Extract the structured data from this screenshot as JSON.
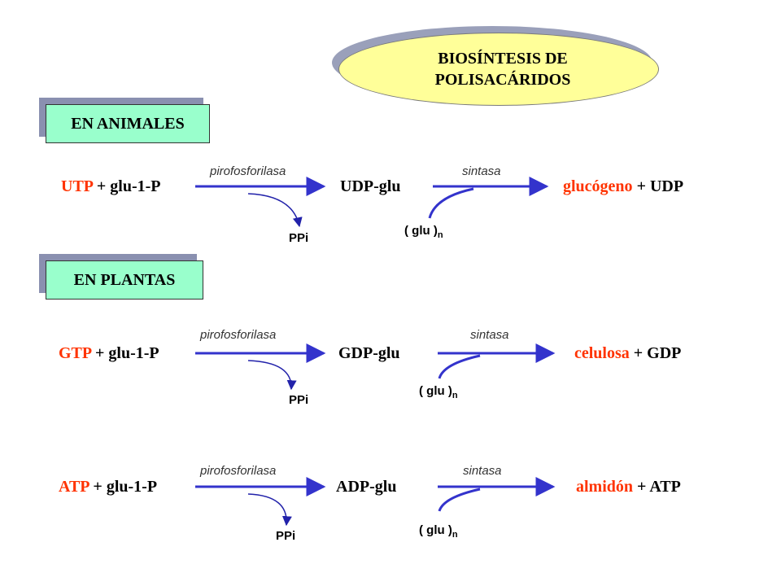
{
  "title": {
    "line1": "BIOSÍNTESIS  DE",
    "line2": "POLISACÁRIDOS"
  },
  "colors": {
    "arrow": "#3333cc",
    "highlight": "#ff3300",
    "title_fill": "#ffff99",
    "section_fill": "#99ffcc"
  },
  "sections": {
    "animals": "EN  ANIMALES",
    "plants": "EN  PLANTAS"
  },
  "reactions": [
    {
      "nucleotide": "UTP",
      "substrate": " + glu-1-P",
      "enzyme1": "pirofosforilasa",
      "intermediate": "UDP-glu",
      "byproduct": "PPi",
      "enzyme2": "sintasa",
      "primer": "( glu )",
      "primer_sub": "n",
      "product": "glucógeno",
      "product_rest": " + UDP"
    },
    {
      "nucleotide": "GTP",
      "substrate": " + glu-1-P",
      "enzyme1": "pirofosforilasa",
      "intermediate": "GDP-glu",
      "byproduct": "PPi",
      "enzyme2": "sintasa",
      "primer": "( glu )",
      "primer_sub": "n",
      "product": "celulosa",
      "product_rest": " + GDP"
    },
    {
      "nucleotide": "ATP",
      "substrate": " + glu-1-P",
      "enzyme1": "pirofosforilasa",
      "intermediate": "ADP-glu",
      "byproduct": "PPi",
      "enzyme2": "sintasa",
      "primer": "( glu )",
      "primer_sub": "n",
      "product": "almidón",
      "product_rest": " + ATP"
    }
  ]
}
